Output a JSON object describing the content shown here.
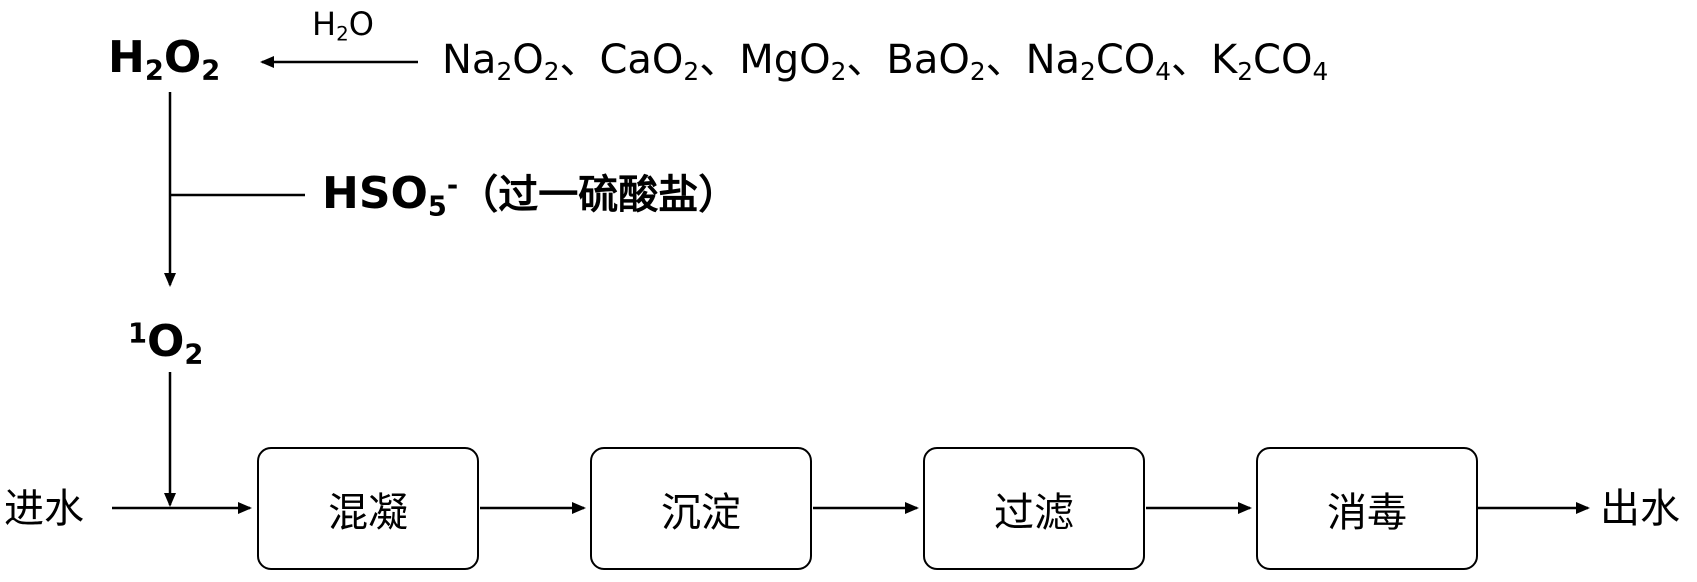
{
  "source": {
    "items": [
      {
        "base": "Na",
        "s1": "2",
        "mid": "O",
        "s2": "2",
        "sep": "、"
      },
      {
        "base": "CaO",
        "s1": "2",
        "mid": "",
        "s2": "",
        "sep": "、"
      },
      {
        "base": "MgO",
        "s1": "2",
        "mid": "",
        "s2": "",
        "sep": "、"
      },
      {
        "base": "BaO",
        "s1": "2",
        "mid": "",
        "s2": "",
        "sep": "、"
      },
      {
        "base": "Na",
        "s1": "2",
        "mid": "CO",
        "s2": "4",
        "sep": "、"
      },
      {
        "base": "K",
        "s1": "2",
        "mid": "CO",
        "s2": "4",
        "sep": ""
      }
    ]
  },
  "water_label": {
    "a": "H",
    "sub": "2",
    "b": "O"
  },
  "peroxide": {
    "a": "H",
    "s1": "2",
    "b": "O",
    "s2": "2"
  },
  "sulfate": {
    "a": "HSO",
    "sub": "5",
    "sup": "-",
    "note": "（过一硫酸盐）"
  },
  "singlet": {
    "sup": "1",
    "a": "O",
    "sub": "2"
  },
  "inlet": "进水",
  "outlet": "出水",
  "steps": [
    "混凝",
    "沉淀",
    "过滤",
    "消毒"
  ]
}
